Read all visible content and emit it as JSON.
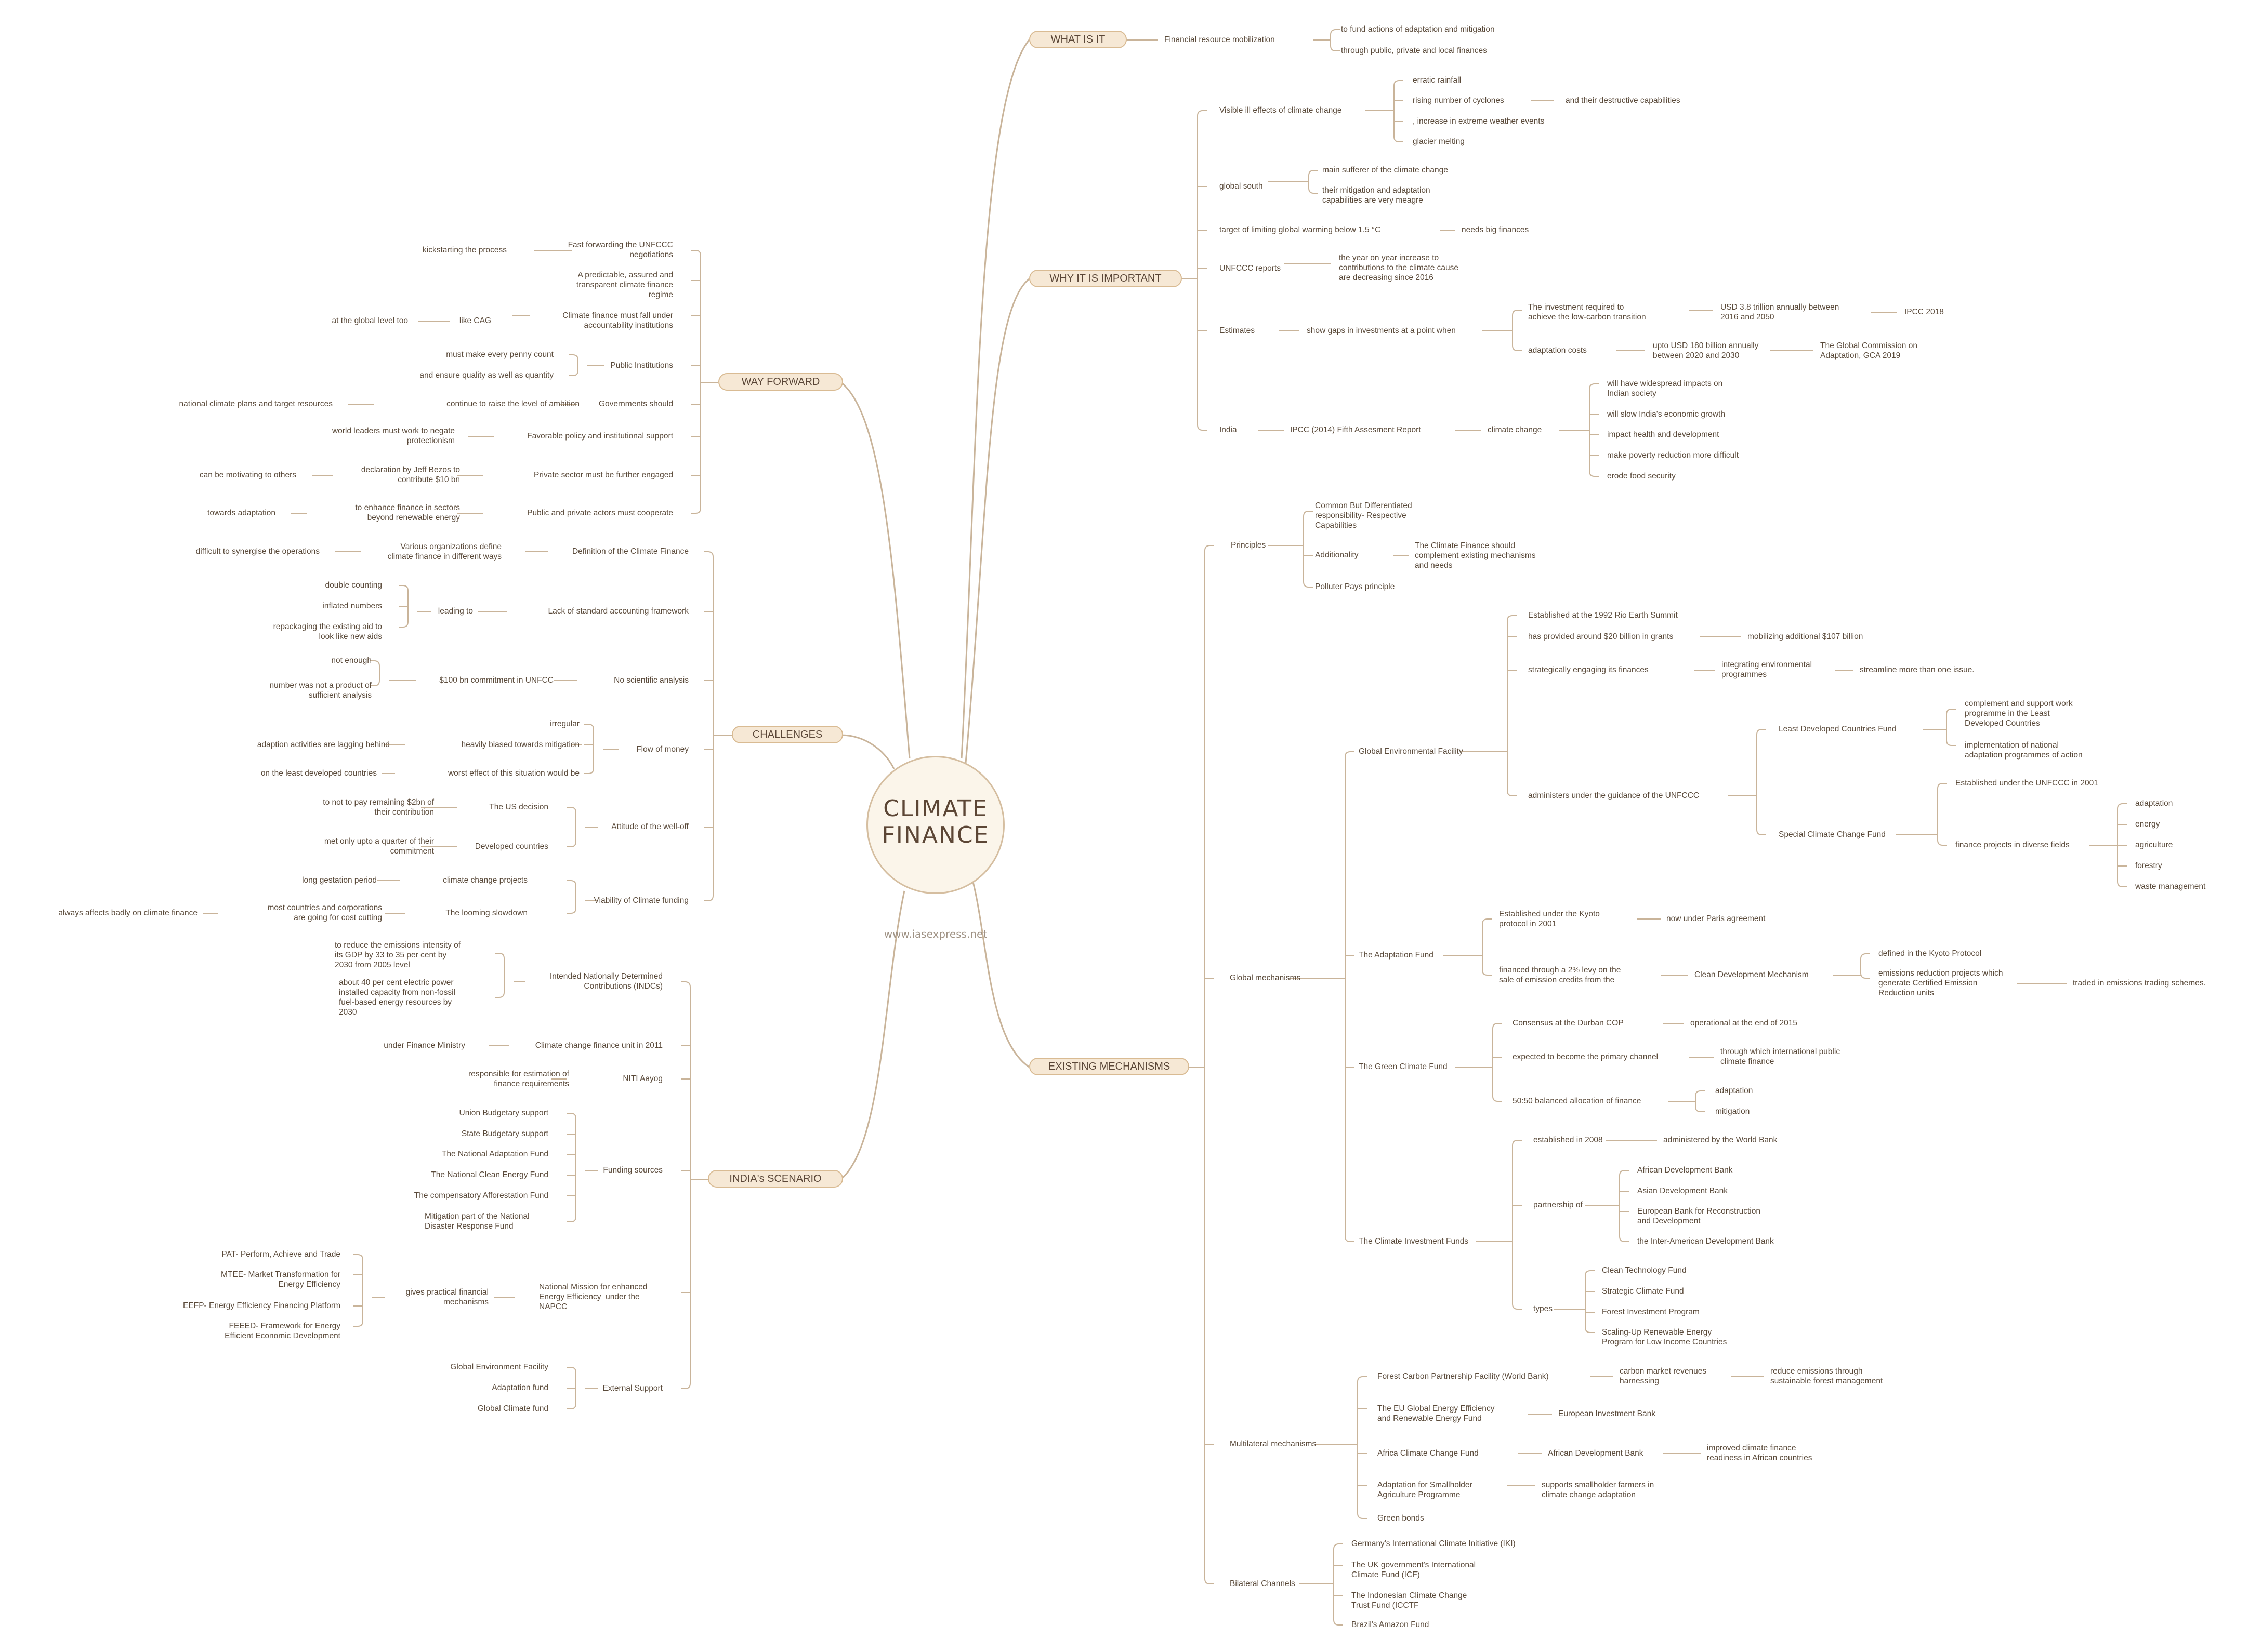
{
  "title": "CLIMATE\nFINANCE",
  "watermark": "www.iasexpress.net",
  "colors": {
    "line": "#c9b49a",
    "pill_fill": "#f6e8d5",
    "pill_border": "#d9bb93",
    "text": "#5a4a3a",
    "center_fill": "#fbf5ea"
  },
  "branches": {
    "what": {
      "label": "WHAT IS IT",
      "resource": "Financial resource mobilization",
      "fund_actions": "to fund actions of adaptation and mitigation",
      "through": "through public, private and local finances"
    },
    "why": {
      "label": "WHY IT IS IMPORTANT",
      "visible": "Visible ill effects of climate change",
      "erratic": "erratic rainfall",
      "cyclones": "rising number of cyclones",
      "destructive": "and their destructive capabilities",
      "extreme": ", increase in extreme weather events",
      "glacier": "glacier melting",
      "global_south": "global south",
      "main_sufferer": "main sufferer of the climate change",
      "meagre": "their mitigation and adaptation\ncapabilities are very meagre",
      "target": "target of limiting global warming below 1.5 °C",
      "big_finances": "needs big finances",
      "unfccc_reports": "UNFCCC reports",
      "yoy": "the year on year increase to\ncontributions to the climate cause\nare decreasing since 2016",
      "estimates": "Estimates",
      "gaps": "show gaps in investments at a point when",
      "investment_req": "The investment required to\nachieve the low-carbon transition",
      "usd38": "USD 3.8 trillion annually between\n2016 and 2050",
      "ipcc2018": "IPCC 2018",
      "adaptation_costs": "adaptation costs",
      "usd180": "upto USD 180 billion annually\nbetween 2020 and 2030",
      "gca": "The Global Commission on\nAdaptation, GCA 2019",
      "india": "India",
      "ipcc2014": "IPCC (2014) Fifth Assesment Report",
      "climate_change": "climate change",
      "impacts": "will have widespread impacts on\nIndian society",
      "slow": "will slow India's economic growth",
      "health": "impact health and development",
      "poverty": "make poverty reduction more difficult",
      "food": "erode food security"
    },
    "existing": {
      "label": "EXISTING MECHANISMS",
      "principles": "Principles",
      "cbdr": "Common But Differentiated\nresponsibility- Respective\nCapabilities",
      "additionality": "Additionality",
      "add_desc": "The Climate Finance should\ncomplement existing mechanisms\nand needs",
      "polluter": "Polluter Pays principle",
      "global_mech": "Global mechanisms",
      "gef": "Global Environmental Facility",
      "rio": "Established at the 1992 Rio Earth Summit",
      "grants": "has provided around $20 billion in grants",
      "mobilizing": "mobilizing additional $107 billion",
      "strategic": "strategically engaging its finances",
      "integrating": "integrating environmental\nprogrammes",
      "streamline": "streamline more than one issue.",
      "administers": "administers under the guidance of the UNFCCC",
      "ldcf": "Least Developed Countries Fund",
      "ldcf_support": "complement and support work\nprogramme in the Least\nDeveloped Countries",
      "ldcf_impl": "implementation of national\nadaptation programmes of action",
      "sccf": "Special Climate Change Fund",
      "sccf_est": "Established under the UNFCCC in 2001",
      "sccf_fields": "finance projects in diverse fields",
      "f_adaptation": "adaptation",
      "f_energy": "energy",
      "f_agriculture": "agriculture",
      "f_forestry": "forestry",
      "f_waste": "waste management",
      "af": "The Adaptation Fund",
      "kyoto": "Established under the Kyoto\nprotocol in 2001",
      "paris": "now under Paris agreement",
      "levy": "financed through a 2% levy on the\nsale of emission credits from the",
      "cdm": "Clean Development Mechanism",
      "kyoto_def": "defined in the Kyoto Protocol",
      "cer": "emissions reduction projects which\ngenerate Certified Emission\nReduction units",
      "traded": "traded in emissions trading schemes.",
      "gcf": "The Green Climate Fund",
      "durban": "Consensus at the Durban COP",
      "operational": "operational at the end of 2015",
      "primary": "expected to become the primary channel",
      "through_intl": "through which international public\nclimate finance",
      "balanced": "50:50 balanced allocation of finance",
      "g_adaptation": "adaptation",
      "g_mitigation": "mitigation",
      "cif": "The Climate Investment Funds",
      "est2008": "established in 2008",
      "wb": "administered by the World Bank",
      "partnership": "partnership of",
      "afdb": "African Development Bank",
      "adb": "Asian Development Bank",
      "ebrd": "European Bank for Reconstruction\nand Development",
      "iadb": "the Inter-American Development Bank",
      "types": "types",
      "ctf": "Clean Technology Fund",
      "scf": "Strategic Climate Fund",
      "fip": "Forest Investment Program",
      "srep": "Scaling-Up Renewable Energy\nProgram for Low Income Countries",
      "multilateral": "Multilateral mechanisms",
      "fcpf": "Forest Carbon Partnership Facility (World Bank)",
      "carbon_market": "carbon market revenues\nharnessing",
      "reduce": "reduce emissions through\nsustainable forest management",
      "eu_fund": "The EU Global Energy Efficiency\nand Renewable Energy Fund",
      "eib": "European Investment Bank",
      "accf": "Africa Climate Change Fund",
      "accf_bank": "African Development Bank",
      "readiness": "improved climate finance\nreadiness in African countries",
      "smallholder": "Adaptation for Smallholder\nAgriculture Programme",
      "supports": "supports smallholder farmers in\nclimate change adaptation",
      "green_bonds": "Green bonds",
      "bilateral": "Bilateral Channels",
      "iki": "Germany's International Climate Initiative (IKI)",
      "icf": "The UK government's International\nClimate Fund (ICF)",
      "iccf": "The Indonesian Climate Change\nTrust Fund (ICCTF",
      "amazon": "Brazil's Amazon Fund"
    },
    "way": {
      "label": "WAY FORWARD",
      "fast": "Fast forwarding the UNFCCC\nnegotiations",
      "kickstarting": "kickstarting the process",
      "predictable": "A predictable, assured and\ntransparent climate finance\nregime",
      "fall_under": "Climate finance must fall under\naccountability institutions",
      "like_cag": "like CAG",
      "global_level": "at the global level too",
      "public_inst": "Public Institutions",
      "penny": "must make every penny count",
      "quality": "and ensure quality as well as quantity",
      "govts": "Governments should",
      "raise": "continue to raise the level of ambition",
      "national_plans": "national climate plans and target resources",
      "favorable": "Favorable policy and institutional support",
      "protectionism": "world leaders must work to negate\nprotectionism",
      "private": "Private sector must be further engaged",
      "bezos": "declaration by Jeff Bezos to\ncontribute $10 bn",
      "motivating": "can be motivating to others",
      "cooperate": "Public and private actors must cooperate",
      "enhance": "to enhance finance in sectors\nbeyond renewable energy",
      "towards": "towards adaptation"
    },
    "challenges": {
      "label": "CHALLENGES",
      "definition": "Definition of the Climate Finance",
      "various": "Various organizations define\nclimate finance in different ways",
      "synergise": "difficult to synergise the operations",
      "lack": "Lack of standard accounting framework",
      "leading": "leading to",
      "double": "double counting",
      "inflated": "inflated numbers",
      "repackaging": "repackaging the existing aid to\nlook like new aids",
      "no_sci": "No scientific analysis",
      "commitment": "$100 bn commitment in UNFCC",
      "not_enough": "not enough",
      "not_product": "number was not a product of\nsufficient analysis",
      "flow": "Flow of money",
      "irregular": "irregular",
      "biased": "heavily biased towards mitigation",
      "lagging": "adaption activities are lagging behind",
      "worst": "worst effect of this situation would be",
      "ldc": "on the least developed countries",
      "attitude": "Attitude of the well-off",
      "us": "The US decision",
      "not_pay": "to not to pay remaining $2bn of\ntheir contribution",
      "developed": "Developed countries",
      "met_quarter": "met only upto a quarter of their\ncommitment",
      "viability": "Viability of Climate funding",
      "projects": "climate change projects",
      "gestation": "long gestation period",
      "slowdown": "The looming slowdown",
      "cost_cutting": "most countries and corporations\nare going for cost cutting",
      "always": "always affects badly on climate finance"
    },
    "india": {
      "label": "INDIA's SCENARIO",
      "indc": "Intended Nationally Determined\nContributions (INDCs)",
      "reduce": "to reduce the emissions intensity of\nits GDP by 33 to 35 per cent by\n2030 from 2005 level",
      "forty": "about 40 per cent electric power\ninstalled capacity from non-fossil\nfuel-based energy resources by\n2030",
      "unit": "Climate change finance unit in 2011",
      "ministry": "under Finance Ministry",
      "niti": "NITI Aayog",
      "responsible": "responsible for estimation of\nfinance requirements",
      "funding": "Funding sources",
      "union": "Union Budgetary support",
      "state": "State Budgetary support",
      "naf": "The National Adaptation Fund",
      "ncef": "The National Clean Energy Fund",
      "compensatory": "The compensatory Afforestation Fund",
      "ndrf": "Mitigation part of the National\nDisaster Response Fund",
      "nmeee": "National Mission for enhanced\nEnergy Efficiency  under the\nNAPCC",
      "practical": "gives practical financial\nmechanisms",
      "pat": "PAT- Perform, Achieve and Trade",
      "mtee": "MTEE- Market Transformation for\nEnergy Efficiency",
      "eefp": "EEFP- Energy Efficiency Financing Platform",
      "feeed": "FEEED- Framework for Energy\nEfficient Economic Development",
      "external": "External Support",
      "gef": "Global Environment Facility",
      "af": "Adaptation fund",
      "gcf": "Global Climate fund"
    }
  }
}
